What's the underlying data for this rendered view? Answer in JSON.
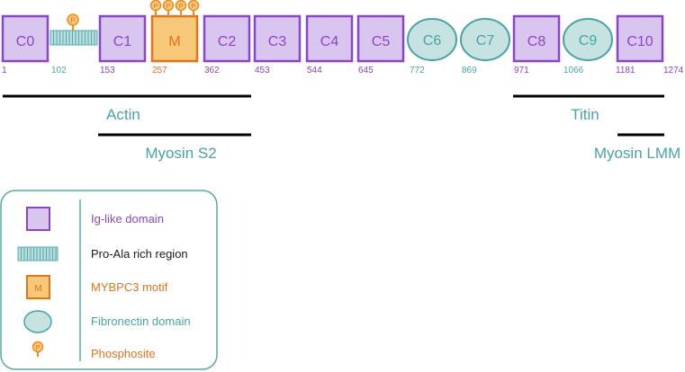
{
  "colors": {
    "ig_fill": "#d8c6ee",
    "ig_stroke": "#8b45c9",
    "ig_text": "#8b45c9",
    "fn_fill": "#c6e3e2",
    "fn_stroke": "#4aa3a3",
    "fn_text": "#4aa3a3",
    "motif_fill": "#f6c878",
    "motif_stroke": "#e2731f",
    "motif_text": "#e2731f",
    "pa_fill": "#b9dede",
    "pa_stroke": "#5aa8a8",
    "phospho": "#f08a1c",
    "bar": "#000000",
    "legend_border": "#5aa8a8",
    "black_text": "#1a1a1a"
  },
  "domains": [
    {
      "id": "c0",
      "label": "C0",
      "type": "ig",
      "start": "1"
    },
    {
      "id": "pa",
      "label": "",
      "type": "proala",
      "start": "102"
    },
    {
      "id": "c1",
      "label": "C1",
      "type": "ig",
      "start": "153"
    },
    {
      "id": "m",
      "label": "M",
      "type": "motif",
      "start": "257"
    },
    {
      "id": "c2",
      "label": "C2",
      "type": "ig",
      "start": "362"
    },
    {
      "id": "c3",
      "label": "C3",
      "type": "ig",
      "start": "453"
    },
    {
      "id": "c4",
      "label": "C4",
      "type": "ig",
      "start": "544"
    },
    {
      "id": "c5",
      "label": "C5",
      "type": "ig",
      "start": "645"
    },
    {
      "id": "c6",
      "label": "C6",
      "type": "fn",
      "start": "772"
    },
    {
      "id": "c7",
      "label": "C7",
      "type": "fn",
      "start": "869"
    },
    {
      "id": "c8",
      "label": "C8",
      "type": "ig",
      "start": "971"
    },
    {
      "id": "c9",
      "label": "C9",
      "type": "fn",
      "start": "1066"
    },
    {
      "id": "c10",
      "label": "C10",
      "type": "ig",
      "start": "1181"
    }
  ],
  "end_residue": "1274",
  "phosphosite_symbol": "P",
  "binding": [
    {
      "id": "actin",
      "label": "Actin"
    },
    {
      "id": "myosin-s2",
      "label": "Myosin S2"
    },
    {
      "id": "titin",
      "label": "Titin"
    },
    {
      "id": "myosin-lmm",
      "label": "Myosin LMM"
    }
  ],
  "legend": {
    "ig": "Ig-like domain",
    "proala": "Pro-Ala rich region",
    "motif": "MYBPC3 motif",
    "motif_symbol": "M",
    "fn": "Fibronectin domain",
    "phospho": "Phosphosite"
  }
}
